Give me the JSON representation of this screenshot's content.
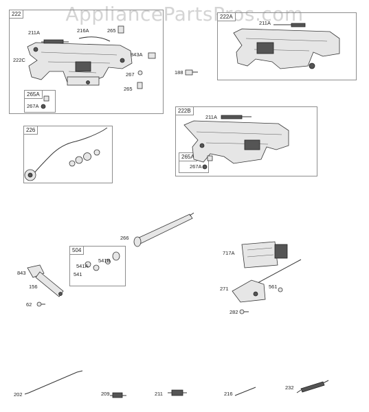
{
  "watermark": "AppliancePartsPros.com",
  "boxes": {
    "b222": "222",
    "b222A": "222A",
    "b222B": "222B",
    "b226": "226",
    "b265A_1": "265A",
    "b265A_2": "265A",
    "b504": "504"
  },
  "labels": {
    "l211A_1": "211A",
    "l216A": "216A",
    "l265_top": "265",
    "l222C": "222C",
    "l843A": "843A",
    "l267": "267",
    "l265_mid": "265",
    "l267A_1": "267A",
    "l211A_2": "211A",
    "l188": "188",
    "l211A_3": "211A",
    "l267A_2": "267A",
    "l266": "266",
    "l717A": "717A",
    "l541B": "541B",
    "l541A": "541A",
    "l541": "541",
    "l843": "843",
    "l156": "156",
    "l271": "271",
    "l561": "561",
    "l62": "62",
    "l282": "282",
    "l202": "202",
    "l209": "209",
    "l211": "211",
    "l216": "216",
    "l232": "232"
  }
}
